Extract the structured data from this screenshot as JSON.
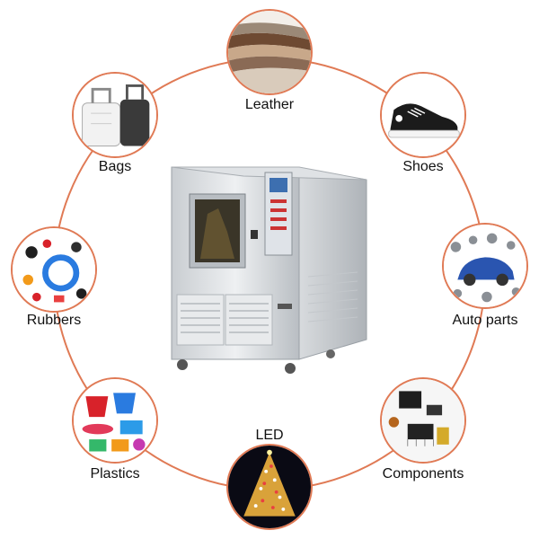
{
  "ring_color": "#e07a55",
  "items": [
    {
      "label": "Leather",
      "icon": "leather-icon"
    },
    {
      "label": "Shoes",
      "icon": "shoe-icon"
    },
    {
      "label": "Auto parts",
      "icon": "car-parts-icon"
    },
    {
      "label": "Components",
      "icon": "electronic-components-icon"
    },
    {
      "label": "LED",
      "icon": "led-tree-icon"
    },
    {
      "label": "Plastics",
      "icon": "plastics-icon"
    },
    {
      "label": "Rubbers",
      "icon": "rubbers-icon"
    },
    {
      "label": "Bags",
      "icon": "luggage-icon"
    }
  ],
  "center": {
    "icon": "test-chamber-icon"
  }
}
